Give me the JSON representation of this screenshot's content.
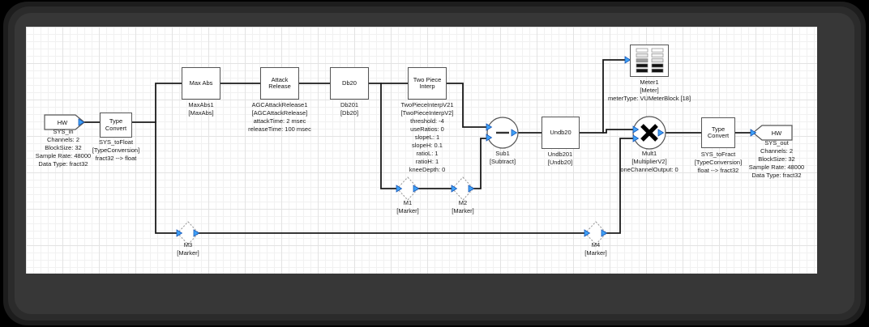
{
  "blocks": {
    "sys_in": {
      "title": "HW",
      "lines": [
        "SYS_in",
        "Channels: 2",
        "BlockSize: 32",
        "Sample Rate: 48000",
        "Data Type: fract32"
      ]
    },
    "sys_to_float": {
      "title": "Type Convert",
      "lines": [
        "SYS_toFloat",
        "[TypeConversion]",
        "fract32 --> float"
      ]
    },
    "max_abs": {
      "title": "Max Abs",
      "lines": [
        "MaxAbs1",
        "[MaxAbs]"
      ]
    },
    "attack_release": {
      "title": "Attack Release",
      "lines": [
        "AGCAttackRelease1",
        "[AGCAttackRelease]",
        "attackTime: 2 msec",
        "releaseTime: 100 msec"
      ]
    },
    "db20": {
      "title": "Db20",
      "lines": [
        "Db201",
        "[Db20]"
      ]
    },
    "two_piece_interp": {
      "title": "Two Piece Interp",
      "lines": [
        "TwoPieceInterpV21",
        "[TwoPieceInterpV2]",
        "threshold: -4",
        "useRatios: 0",
        "slopeL: 1",
        "slopeH: 0.1",
        "ratioL: 1",
        "ratioH: 1",
        "kneeDepth: 0"
      ]
    },
    "sub": {
      "glyph": "minus",
      "lines": [
        "Sub1",
        "[Subtract]"
      ]
    },
    "undb20": {
      "title": "Undb20",
      "lines": [
        "Undb201",
        "[Undb20]"
      ]
    },
    "meter": {
      "icon": "vu-meter",
      "lines": [
        "Meter1",
        "[Meter]",
        "meterType: VUMeterBlock [18]"
      ]
    },
    "mult": {
      "glyph": "multiply",
      "lines": [
        "Mult1",
        "[MultiplierV2]",
        "oneChannelOutput: 0"
      ]
    },
    "sys_to_fract": {
      "title": "Type Convert",
      "lines": [
        "SYS_toFract",
        "[TypeConversion]",
        "float --> fract32"
      ]
    },
    "sys_out": {
      "title": "HW",
      "lines": [
        "SYS_out",
        "Channels: 2",
        "BlockSize: 32",
        "Sample Rate: 48000",
        "Data Type: fract32"
      ]
    },
    "m1": {
      "lines": [
        "M1",
        "[Marker]"
      ]
    },
    "m2": {
      "lines": [
        "M2",
        "[Marker]"
      ]
    },
    "m3": {
      "lines": [
        "M3",
        "[Marker]"
      ]
    },
    "m4": {
      "lines": [
        "M4",
        "[Marker]"
      ]
    }
  },
  "colors": {
    "wire": "#1a1a1a",
    "port_fill": "#3fa2f7",
    "port_stroke": "#1857b8",
    "block_border": "#565656",
    "marker_border": "#999999",
    "canvas_bg": "#ffffff",
    "grid_line": "#f1f1f1",
    "frame_bg": "#373737",
    "outer_bg": "#000000"
  }
}
